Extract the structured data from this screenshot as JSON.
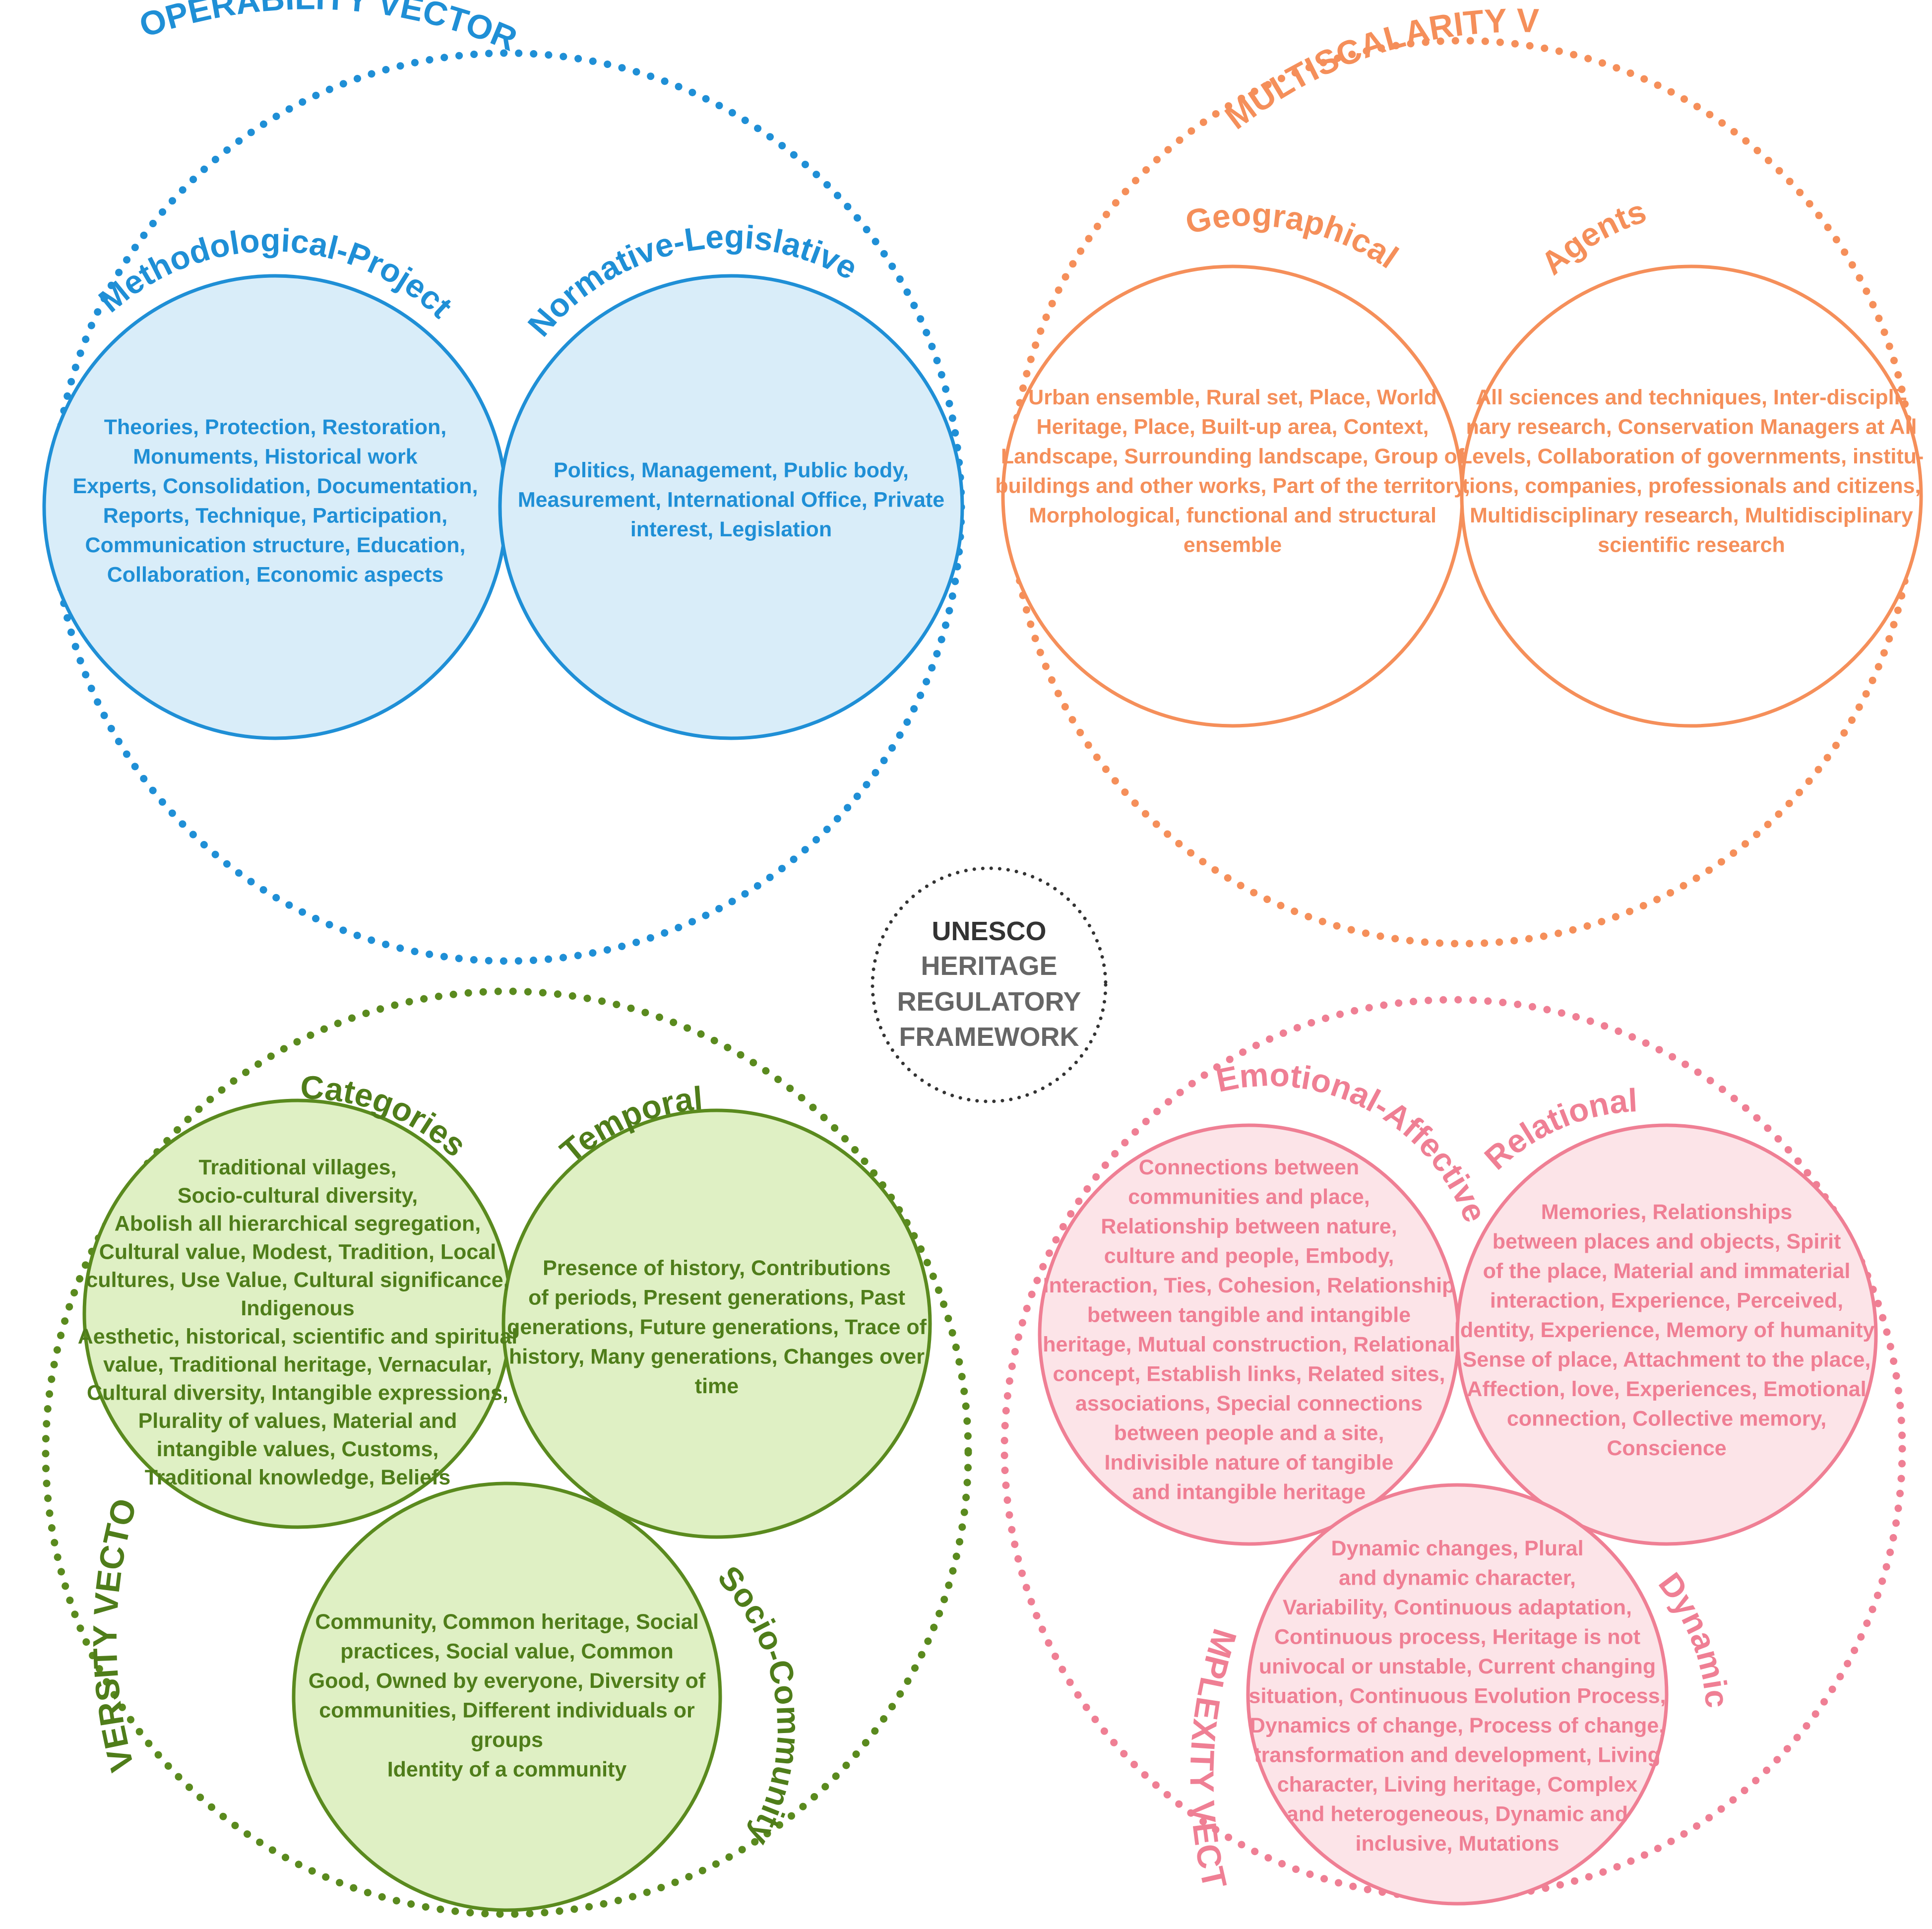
{
  "colors": {
    "blue": "#1f8fd6",
    "blue_fill": "#d9edf9",
    "orange": "#f58f5a",
    "orange_fill": "#ffffff",
    "green": "#5a8a1e",
    "green_dark": "#4f7d1a",
    "green_fill": "#dff0c4",
    "pink": "#ef7f94",
    "pink_fill": "#fce4e8",
    "center": "#333333",
    "center_muted": "#666666"
  },
  "center": {
    "lines": [
      "UNESCO",
      "HERITAGE",
      "REGULATORY",
      "FRAMEWORK"
    ]
  },
  "vectors": {
    "operability": {
      "title": "OPERABILITY VECTOR",
      "methodological": {
        "title": "Methodological-Project",
        "lines": [
          "Theories, Protection, Restoration,",
          "Monuments, Historical work",
          "Experts, Consolidation, Documentation,",
          "Reports, Technique, Participation,",
          "Communication structure, Education,",
          "Collaboration, Economic aspects"
        ]
      },
      "normative": {
        "title": "Normative-Legislative",
        "lines": [
          "Politics, Management, Public body,",
          "Measurement, International Office, Private",
          "interest, Legislation"
        ]
      }
    },
    "multiscalarity": {
      "title": "MULTISCALARITY VECTOR",
      "geographical": {
        "title": "Geographical",
        "lines": [
          "Urban ensemble, Rural set, Place, World",
          "Heritage, Place, Built-up area, Context,",
          "Landscape, Surrounding landscape, Group of",
          "buildings and other works, Part of the territory,",
          "Morphological, functional and structural",
          "ensemble"
        ]
      },
      "agents": {
        "title": "Agents",
        "lines": [
          "All sciences and techniques, Inter-discipli-",
          "nary research, Conservation Managers at All",
          "Levels, Collaboration of governments, institu-",
          "tions, companies, professionals and citizens,",
          "Multidisciplinary research, Multidisciplinary",
          "scientific research"
        ]
      }
    },
    "diversity": {
      "title": "DIVERSITY VECTOR",
      "categories": {
        "title": "Categories",
        "lines": [
          "Traditional villages,",
          "Socio-cultural diversity,",
          "Abolish all hierarchical segregation,",
          "Cultural value, Modest, Tradition, Local",
          "cultures, Use Value, Cultural significance,",
          "Indigenous",
          "Aesthetic, historical, scientific and spiritual",
          "value, Traditional heritage, Vernacular,",
          "Cultural diversity, Intangible expressions,",
          "Plurality of values, Material and",
          "intangible values, Customs,",
          "Traditional knowledge, Beliefs"
        ]
      },
      "temporal": {
        "title": "Temporal",
        "lines": [
          "Presence of history, Contributions",
          "of periods, Present generations, Past",
          "generations, Future generations, Trace of",
          "history, Many generations, Changes over",
          "time"
        ]
      },
      "socio": {
        "title": "Socio-Community",
        "lines": [
          "Community, Common heritage, Social",
          "practices, Social value, Common",
          "Good, Owned by everyone, Diversity of",
          "communities, Different individuals or",
          "groups",
          "Identity of a community"
        ]
      }
    },
    "complexity": {
      "title": "COMPLEXITY VECTOR",
      "emotional": {
        "title": "Emotional-Affective",
        "lines": [
          "Connections between",
          "communities and place,",
          "Relationship between nature,",
          "culture and people, Embody,",
          "Interaction, Ties, Cohesion, Relationship",
          "between tangible and intangible",
          "heritage, Mutual construction, Relational",
          "concept, Establish links, Related sites,",
          "associations, Special connections",
          "between people and a site,",
          "Indivisible nature of tangible",
          "and intangible heritage"
        ]
      },
      "relational": {
        "title": "Relational",
        "lines": [
          "Memories, Relationships",
          "between places and objects, Spirit",
          "of the place, Material and immaterial",
          "interaction, Experience, Perceived,",
          "Identity, Experience, Memory of humanity,",
          "Sense of place, Attachment to the place,",
          "Affection, love, Experiences, Emotional",
          "connection, Collective memory,",
          "Conscience"
        ]
      },
      "dynamic": {
        "title": "Dynamic",
        "lines": [
          "Dynamic changes, Plural",
          "and dynamic character,",
          "Variability, Continuous adaptation,",
          "Continuous process, Heritage is not",
          "univocal or unstable, Current changing",
          "situation, Continuous Evolution Process,",
          "Dynamics of change, Process of change,",
          "transformation and development, Living",
          "character, Living heritage, Complex",
          "and heterogeneous, Dynamic and",
          "inclusive, Mutations"
        ]
      }
    }
  }
}
